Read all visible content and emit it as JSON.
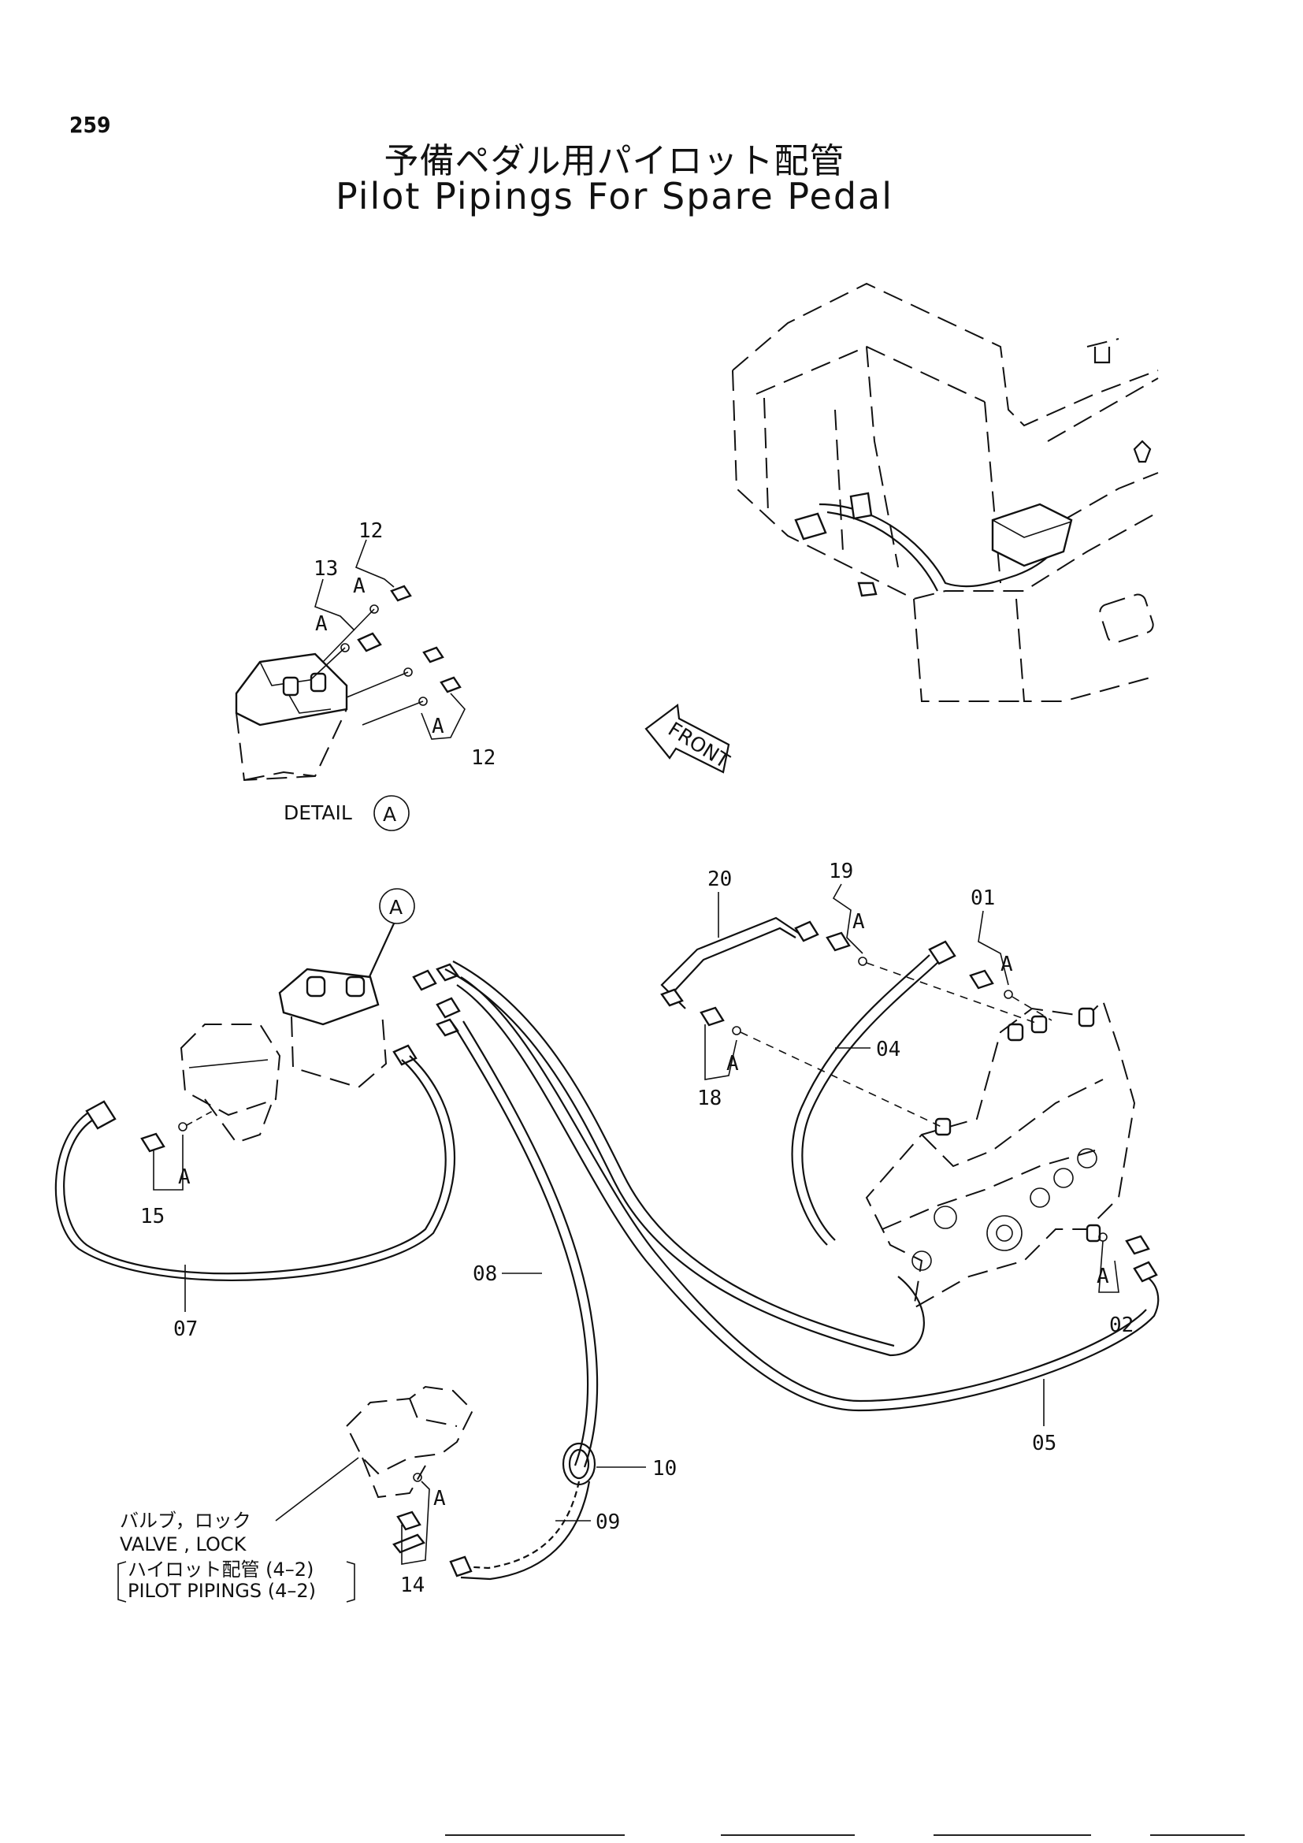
{
  "page": {
    "number": "259"
  },
  "title": {
    "ja": "予備ペダル用パイロット配管",
    "en": "Pilot Pipings For Spare Pedal"
  },
  "detail": {
    "label": "DETAIL",
    "ref": "A"
  },
  "callout": {
    "ref": "A"
  },
  "front_label": "FRONT",
  "connection_marker": "A",
  "part_labels": {
    "p01": "01",
    "p02": "02",
    "p04": "04",
    "p05": "05",
    "p07": "07",
    "p08": "08",
    "p09": "09",
    "p10": "10",
    "p12a": "12",
    "p12b": "12",
    "p13": "13",
    "p14": "14",
    "p15": "15",
    "p18": "18",
    "p19": "19",
    "p20": "20"
  },
  "note": {
    "ja": "バルブ，ロック",
    "en": "VALVE , LOCK",
    "ref_ja": "ハイロット配管 (4–2)",
    "ref_en": "PILOT PIPINGS (4–2)"
  }
}
